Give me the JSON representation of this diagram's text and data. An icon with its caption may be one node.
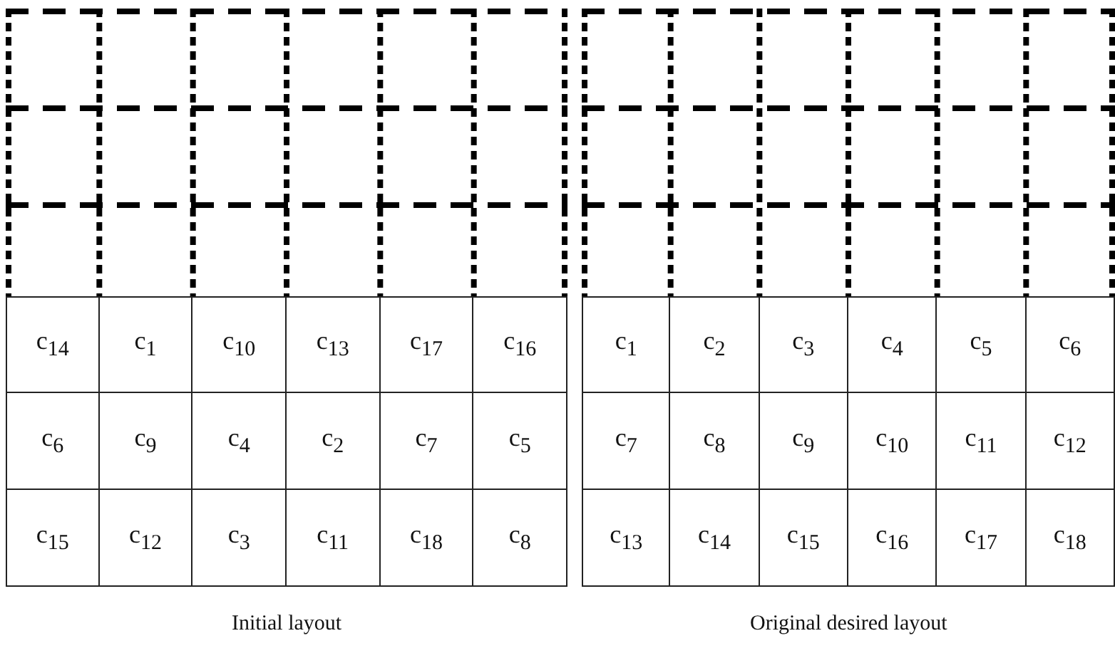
{
  "diagram": {
    "labels": [
      "c$_{14}$",
      "c$_{1}$",
      "c$_{10}$",
      "c$_{13}$",
      "c$_{17}$",
      "c$_{16}$",
      "c$_{6}$",
      "c$_{9}$",
      "c$_{4}$",
      "c$_{2}$",
      "c$_{7}$",
      "c$_{5}$",
      "c$_{15}$",
      "c$_{12}$",
      "c$_{3}$",
      "c$_{11}$",
      "c$_{18}$",
      "c$_{8}$",
      "c$_{1}$",
      "c$_{2}$",
      "c$_{3}$",
      "c$_{4}$",
      "c$_{5}$",
      "c$_{6}$",
      "c$_{7}$",
      "c$_{8}$",
      "c$_{9}$",
      "c$_{10}$",
      "c$_{11}$",
      "c$_{12}$",
      "c$_{13}$",
      "c$_{14}$",
      "c$_{15}$",
      "c$_{16}$",
      "c$_{17}$",
      "c$_{18}$",
      "Initial layout",
      "Original desired layout"
    ]
  }
}
